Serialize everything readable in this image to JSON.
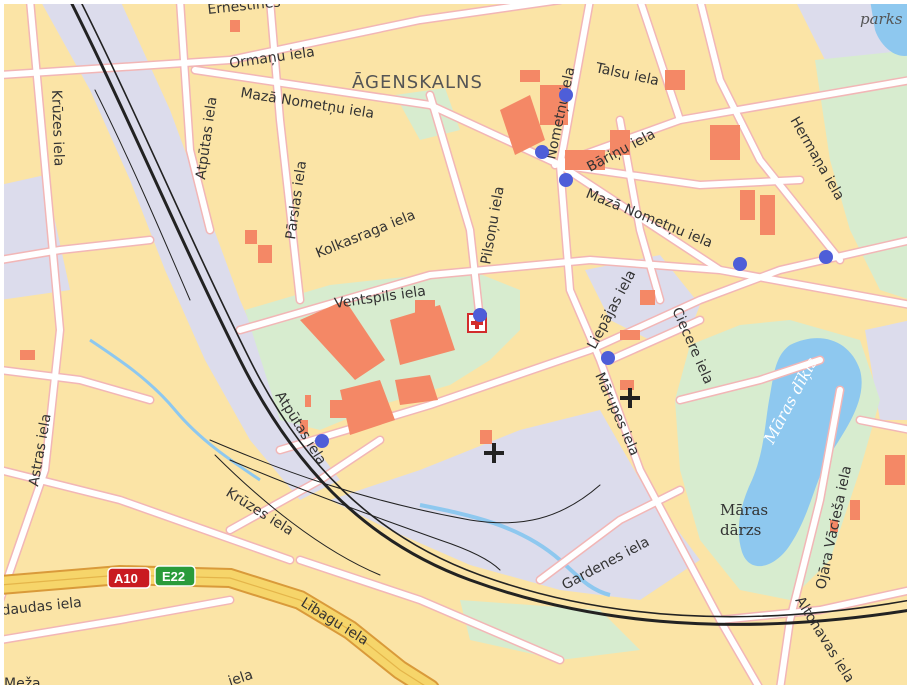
{
  "map": {
    "district": "ĀGENSKALNS",
    "water_label": "Māras dīķis",
    "park_top": "parks",
    "park_label_line1": "Māras",
    "park_label_line2": "dārzs",
    "streets": {
      "ernestines": "Ernestīnes",
      "ormanu": "Ormaņu iela",
      "talsu": "Talsu iela",
      "nometnu_top": "Nometņu iela",
      "maza_nometnu_left": "Mazā Nometņu iela",
      "maza_nometnu_right": "Mazā Nometņu iela",
      "krizes_left": "Krūzes iela",
      "atputas_top": "Atpūtas iela",
      "atputas_bottom": "Atpūtas iela",
      "parslas": "Pārslas iela",
      "kolkasraga": "Kolkasraga iela",
      "pilsonu": "Pilsoņu iela",
      "barinu": "Bāriņu iela",
      "hermana": "Hermaņa iela",
      "ventspils": "Ventspils iela",
      "liepajas": "Liepājas iela",
      "ciecere": "Ciecere iela",
      "marupes": "Mārupes iela",
      "krizes_bottom": "Krūzes iela",
      "astras": "Astras iela",
      "gardenes": "Gardenes iela",
      "ojara": "Ojāra Vācieša iela",
      "altonavas": "Altonavas iela",
      "libagu": "Lībagu iela",
      "daudas": "daudas iela",
      "bottom_iela": "iela",
      "bottom_left": "Meža"
    },
    "shields": {
      "a10": "A10",
      "e22": "E22"
    },
    "colors": {
      "block": "#fbe4a6",
      "road": "#ffffff",
      "road_outline": "#f2b6b6",
      "building": "#f48866",
      "park": "#d7eccf",
      "rail_area": "#dcdcec",
      "water": "#8ec8ef",
      "highway": "#f6d56a",
      "marker": "#4e5ed8",
      "shield_a": "#c91a20",
      "shield_e": "#2a9b3a"
    }
  }
}
